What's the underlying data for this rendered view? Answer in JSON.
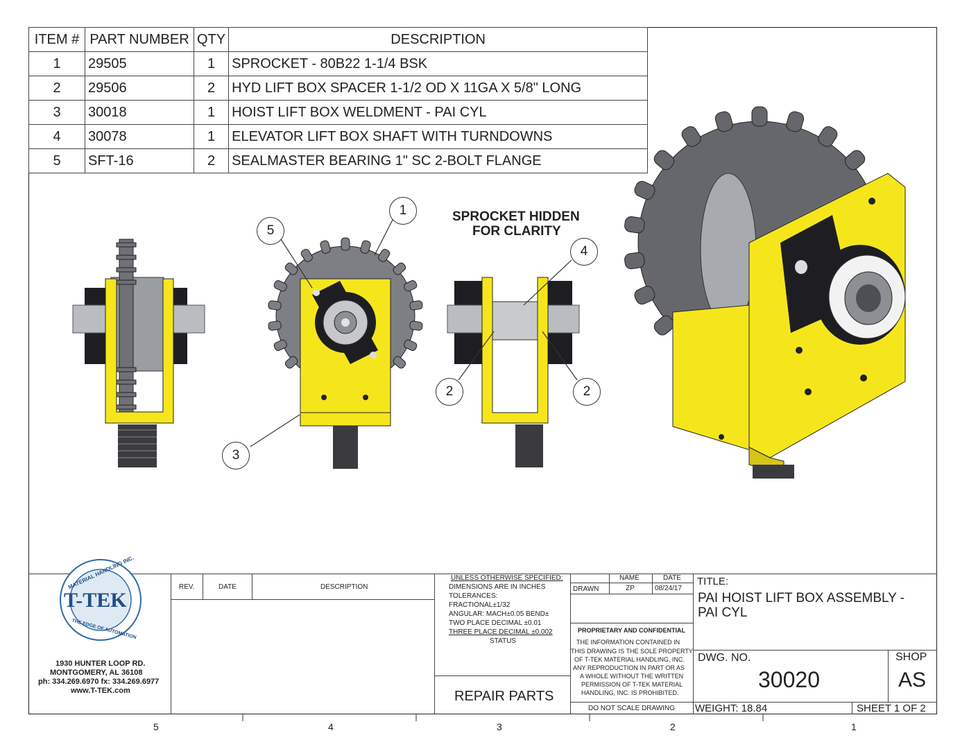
{
  "bom": {
    "headers": {
      "item": "ITEM #",
      "part": "PART NUMBER",
      "qty": "QTY",
      "desc": "DESCRIPTION"
    },
    "rows": [
      {
        "item": "1",
        "part": "29505",
        "qty": "1",
        "desc": "SPROCKET - 80B22 1-1/4 BSK"
      },
      {
        "item": "2",
        "part": "29506",
        "qty": "2",
        "desc": "HYD LIFT BOX SPACER 1-1/2 OD X 11GA X 5/8\" LONG"
      },
      {
        "item": "3",
        "part": "30018",
        "qty": "1",
        "desc": "HOIST LIFT BOX WELDMENT - PAI CYL"
      },
      {
        "item": "4",
        "part": "30078",
        "qty": "1",
        "desc": "ELEVATOR LIFT BOX SHAFT WITH TURNDOWNS"
      },
      {
        "item": "5",
        "part": "SFT-16",
        "qty": "2",
        "desc": "SEALMASTER BEARING 1\" SC 2-BOLT FLANGE"
      }
    ]
  },
  "note": {
    "line1": "SPROCKET HIDDEN",
    "line2": "FOR CLARITY"
  },
  "callouts": {
    "c1": "1",
    "c2a": "2",
    "c2b": "2",
    "c3": "3",
    "c4": "4",
    "c5": "5"
  },
  "company": {
    "logo_top": "MATERIAL HANDLING INC.",
    "logo_name": "T-TEK",
    "logo_bottom": "THE EDGE OF AUTOMATION",
    "address1": "1930 HUNTER LOOP RD.",
    "address2": "MONTGOMERY, AL   36108",
    "phone": "ph: 334.269.6970 fx: 334.269.6977",
    "web": "www.T-TEK.com"
  },
  "revisions": {
    "rev": "REV.",
    "date": "DATE",
    "desc": "DESCRIPTION"
  },
  "spec": {
    "l1": "UNLESS OTHERWISE SPECIFIED:",
    "l2": "DIMENSIONS ARE IN INCHES",
    "l3": "TOLERANCES:",
    "l4": "FRACTIONAL±1/32",
    "l5": "ANGULAR: MACH±0.05 BEND±",
    "l6": "TWO PLACE DECIMAL   ±0.01",
    "l7": "THREE PLACE DECIMAL ±0.002",
    "status": "STATUS",
    "status_value": "REPAIR PARTS"
  },
  "drawn": {
    "name_h": "NAME",
    "date_h": "DATE",
    "label": "DRAWN",
    "name": "ZP",
    "date": "08/24/17"
  },
  "proprietary": {
    "title": "PROPRIETARY AND CONFIDENTIAL",
    "l1": "THE INFORMATION CONTAINED IN",
    "l2": "THIS DRAWING IS THE SOLE PROPERTY",
    "l3": "OF T-TEK MATERIAL HANDLING, INC.",
    "l4": "ANY REPRODUCTION IN PART OR AS",
    "l5": "A WHOLE WITHOUT THE WRITTEN",
    "l6": "PERMISSION OF T-TEK MATERIAL",
    "l7": "HANDLING, INC. IS PROHIBITED.",
    "noscale": "DO NOT SCALE DRAWING"
  },
  "title": {
    "label": "TITLE:",
    "line1": "PAI HOIST LIFT BOX ASSEMBLY -",
    "line2": "PAI CYL"
  },
  "dwg": {
    "label": "DWG.  NO.",
    "number": "30020",
    "shop_label": "SHOP",
    "shop": "AS",
    "weight": "WEIGHT: 18.84",
    "sheet": "SHEET 1 OF 2"
  },
  "zones": {
    "z5": "5",
    "z4": "4",
    "z3": "3",
    "z2": "2",
    "z1": "1"
  },
  "colors": {
    "weldment": "#f5e61c",
    "sprocket": "#7d7f85",
    "bearing": "#1e1e22"
  }
}
